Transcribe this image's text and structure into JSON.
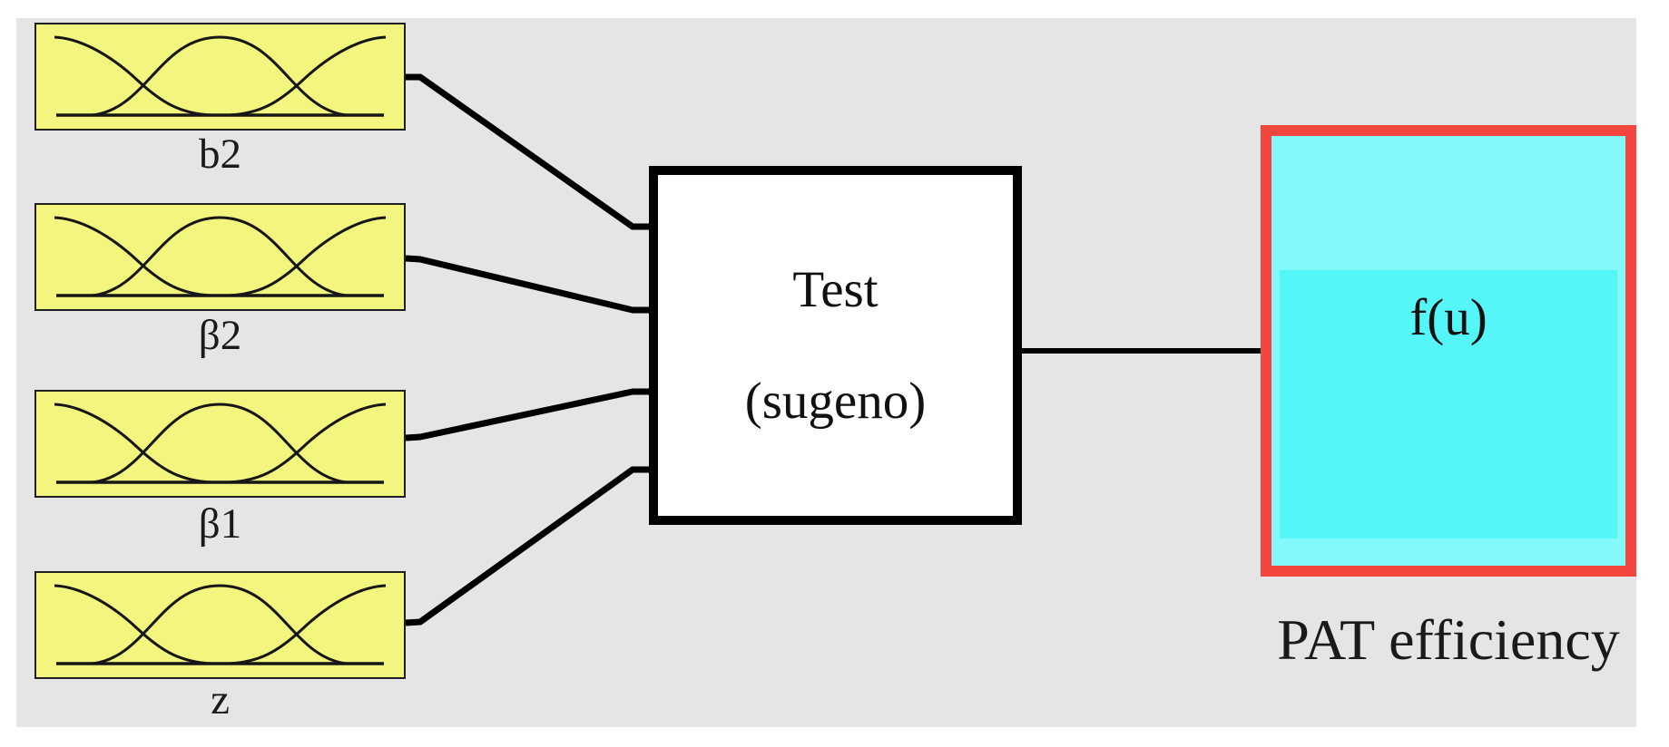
{
  "fis": {
    "inputs": [
      {
        "label": "b2"
      },
      {
        "label": "β2"
      },
      {
        "label": "β1"
      },
      {
        "label": "z"
      }
    ],
    "system": {
      "name": "Test",
      "type_label": "(sugeno)"
    },
    "output": {
      "box_label": "f(u)",
      "name_label": "PAT efficiency"
    }
  },
  "colors": {
    "canvas_background": "#e5e5e5",
    "input_box_fill": "#f3f67e",
    "input_box_border": "#1f1f1f",
    "system_box_fill": "#ffffff",
    "system_box_border": "#000000",
    "output_box_border": "#f3463f",
    "output_box_fill": "#82fafb",
    "output_box_inner_fill": "#55f6f8",
    "connection_line": "#000000"
  }
}
